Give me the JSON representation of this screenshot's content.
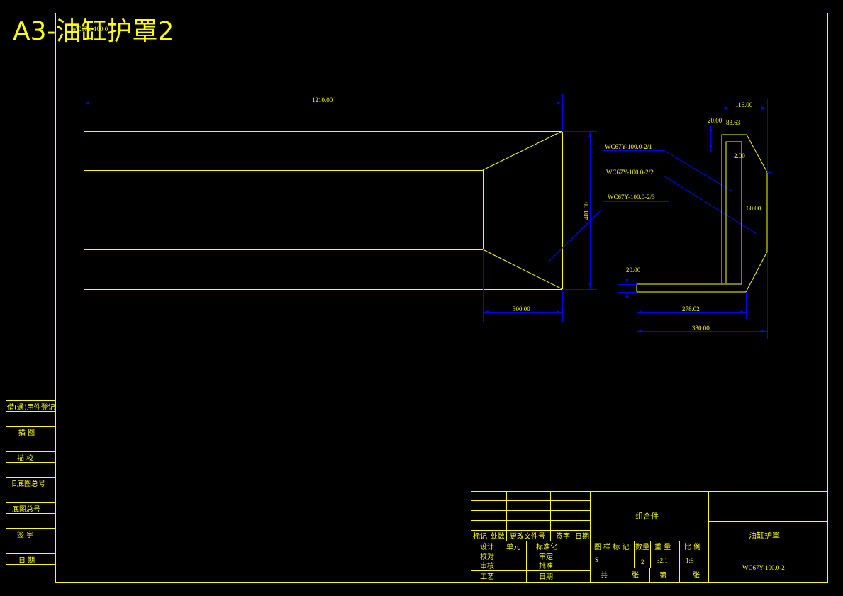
{
  "sheet": {
    "title": "A3-油缸护罩2",
    "title_overlay": "WC67Y-100.0"
  },
  "dimensions": {
    "d_1210": "1210.00",
    "d_300": "300.00",
    "d_401": "401.00",
    "d_116": "116.00",
    "d_20a": "20.00",
    "d_83": "83.63",
    "d_2": "2.00",
    "d_60": "60.00",
    "d_20b": "20.00",
    "d_278": "278.02",
    "d_330": "330.00"
  },
  "part_labels": [
    "WC67Y-100.0-2/1",
    "WC67Y-100.0-2/2",
    "WC67Y-100.0-2/3"
  ],
  "side_table": [
    "借(通)用件登记",
    "描 图",
    "描 校",
    "旧底图总号",
    "底图总号",
    "签 字",
    "日 期"
  ],
  "title_block": {
    "assembly": "组合件",
    "name": "油缸护罩",
    "drawing_no": "WC67Y-100.0-2",
    "rev_headers": [
      "标记",
      "处数",
      "更改文件号",
      "签字",
      "日期"
    ],
    "row_design": [
      "设计",
      "单元",
      "标准化"
    ],
    "row_check": [
      "校对",
      "审定"
    ],
    "row_review": [
      "审核",
      "批准"
    ],
    "row_process": [
      "工艺",
      "日期"
    ],
    "attr_headers": [
      "图 样 标 记",
      "数量",
      "重 量",
      "比 例"
    ],
    "attr_values": {
      "mark": "S",
      "qty": "2",
      "weight": "32.1",
      "scale": "1:5"
    },
    "sheet_row": [
      "共",
      "张",
      "第",
      "张"
    ]
  },
  "colors": {
    "frame": "#ffff00",
    "dimension": "#0000ff",
    "background": "#000000"
  }
}
